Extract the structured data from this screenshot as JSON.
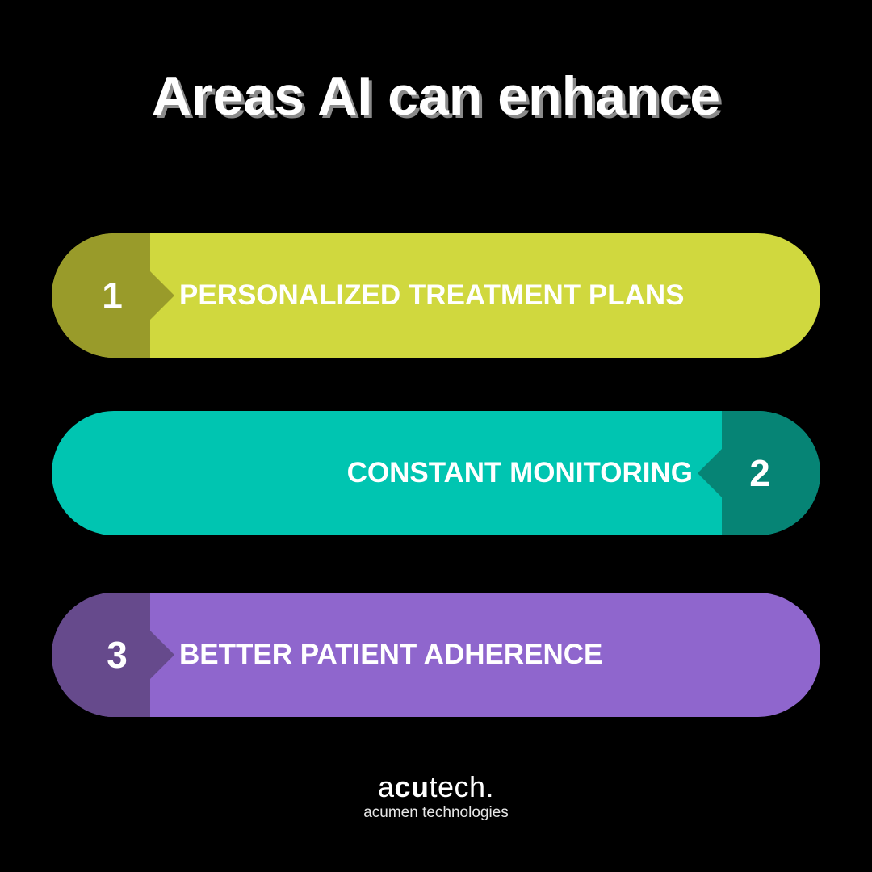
{
  "title": "Areas AI can enhance",
  "items": [
    {
      "number": "1",
      "label": "PERSONALIZED TREATMENT PLANS",
      "color": "#d0d83e",
      "accent": "#999b2a",
      "number_side": "left"
    },
    {
      "number": "2",
      "label": "CONSTANT MONITORING",
      "color": "#00c5b1",
      "accent": "#068475",
      "number_side": "right"
    },
    {
      "number": "3",
      "label": "BETTER PATIENT ADHERENCE",
      "color": "#8f66cd",
      "accent": "#664a8c",
      "number_side": "left"
    }
  ],
  "logo": {
    "brand_light_1": "a",
    "brand_bold": "cu",
    "brand_light_2": "tech.",
    "tagline": "acumen technologies"
  }
}
